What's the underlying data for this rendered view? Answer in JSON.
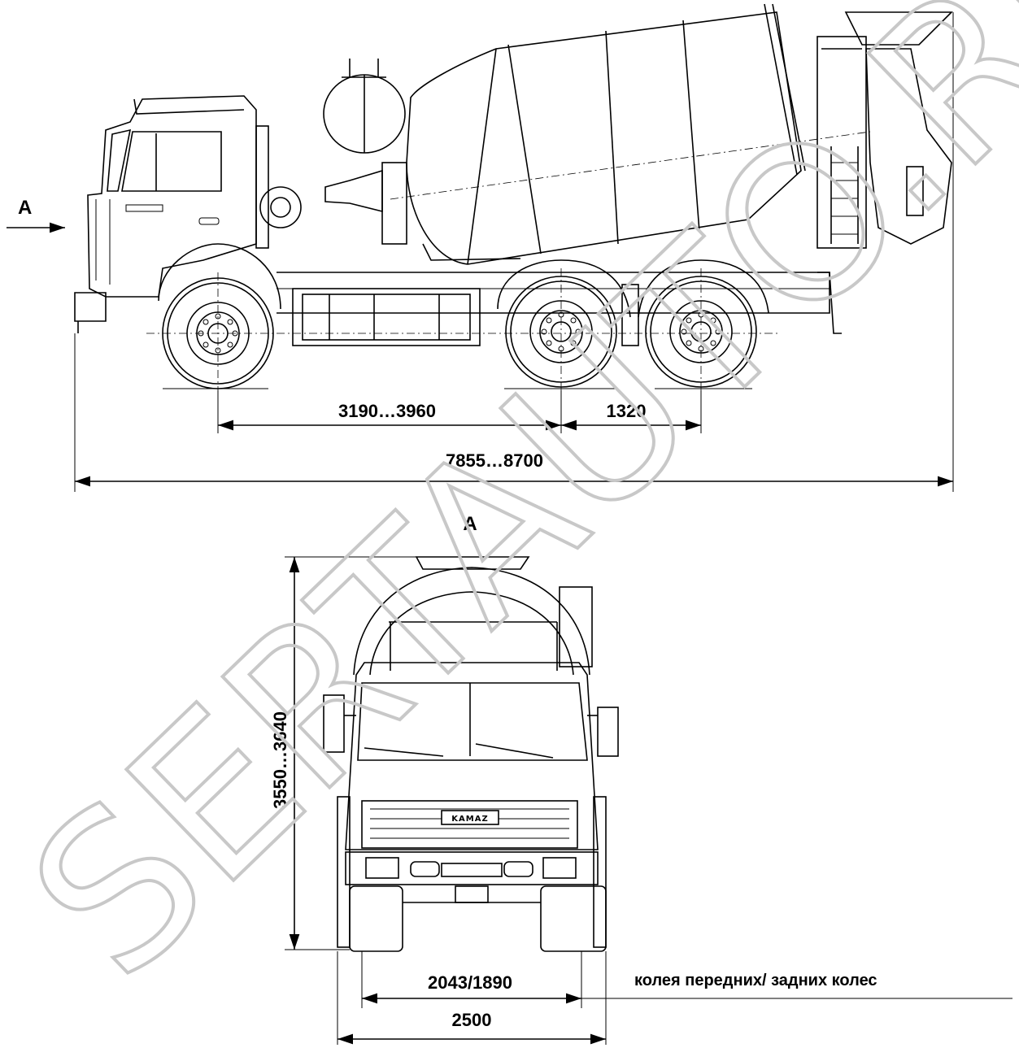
{
  "side_view": {
    "view_marker": "A",
    "dim_wheelbase": "3190…3960",
    "dim_rear_axle_spacing": "1320",
    "dim_overall_length": "7855…8700"
  },
  "front_view": {
    "view_title": "A",
    "dim_height": "3550…3640",
    "dim_track": "2043/1890",
    "dim_width": "2500",
    "track_note": "колея передних/ задних колес",
    "grille_logo": "KAMAZ"
  },
  "watermark": "SERTAUTO.RU"
}
